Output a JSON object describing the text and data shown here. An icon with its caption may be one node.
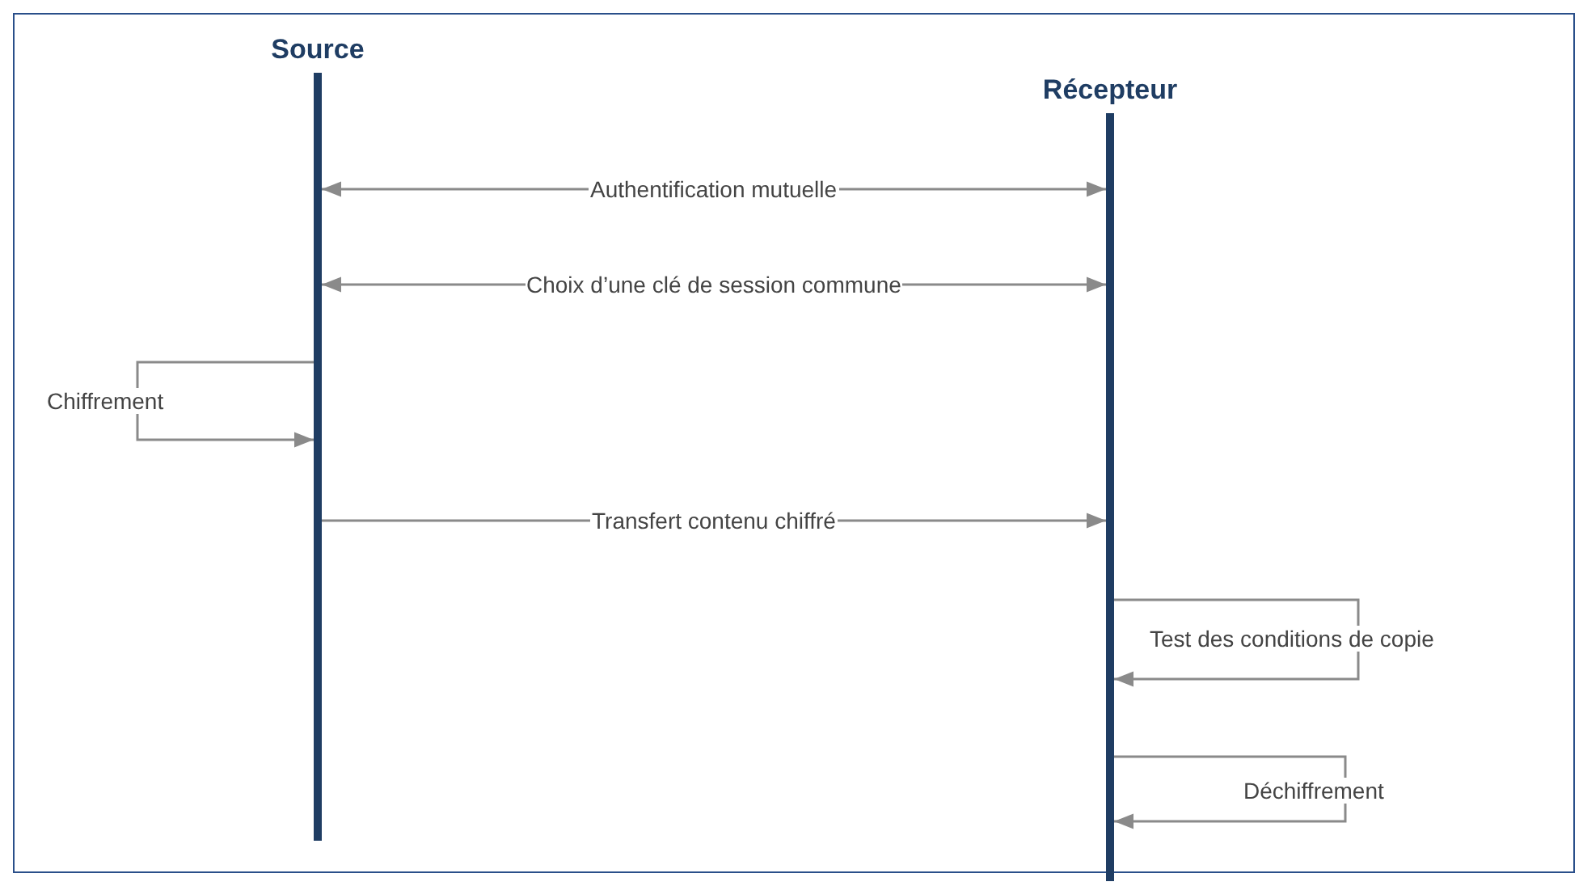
{
  "diagram": {
    "nodes": [
      {
        "text": [
          "Source"
        ]
      },
      {
        "text": [
          "Récepteur"
        ]
      }
    ],
    "edges": [
      {
        "from": 0,
        "to": 1,
        "arrow": "both",
        "label": "Authentification mutuelle"
      },
      {
        "from": 0,
        "to": 1,
        "arrow": "both",
        "label": "Choix d’une clé de session commune"
      },
      {
        "from": 0,
        "to": 0,
        "arrow": "to",
        "label": "Chiffrement"
      },
      {
        "from": 0,
        "to": 1,
        "arrow": "to",
        "label": "Transfert contenu chiffré"
      },
      {
        "from": 1,
        "to": 1,
        "arrow": "to",
        "label": "Test des conditions de copie"
      },
      {
        "from": 1,
        "to": 1,
        "arrow": "to",
        "label": "Déchiffrement"
      }
    ]
  }
}
